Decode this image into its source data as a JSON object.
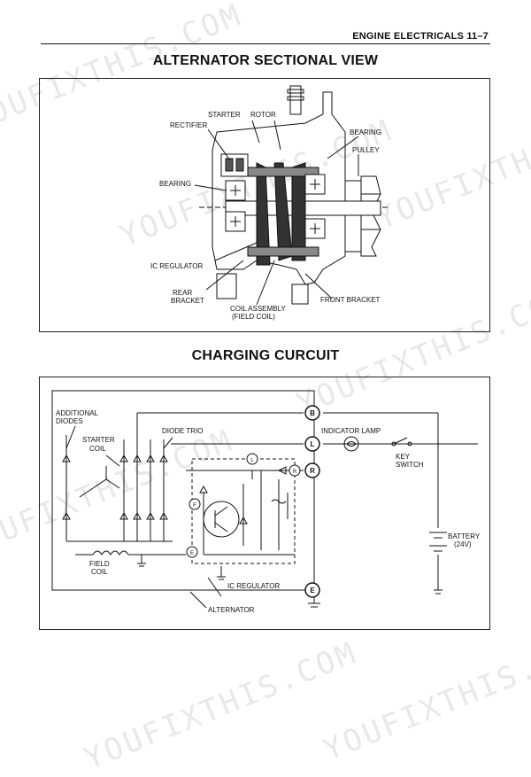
{
  "header": {
    "text": "ENGINE ELECTRICALS  11–7"
  },
  "sectional_view": {
    "title": "ALTERNATOR SECTIONAL VIEW",
    "labels": {
      "starter": "STARTER",
      "rotor": "ROTOR",
      "rectifier": "RECTIFIER",
      "bearing_right": "BEARING",
      "pulley": "PULLEY",
      "bearing_left": "BEARING",
      "ic_regulator": "IC REGULATOR",
      "rear_bracket_1": "REAR",
      "rear_bracket_2": "BRACKET",
      "coil_assembly_1": "COIL ASSEMBLY",
      "coil_assembly_2": "(FIELD COIL)",
      "front_bracket": "FRONT BRACKET"
    }
  },
  "charging_circuit": {
    "title": "CHARGING CURCUIT",
    "labels": {
      "additional_diodes_1": "ADDITIONAL",
      "additional_diodes_2": "DIODES",
      "starter_coil_1": "STARTER",
      "starter_coil_2": "COIL",
      "diode_trio": "DIODE TRIO",
      "indicator_lamp": "INDICATOR LAMP",
      "key_switch_1": "KEY",
      "key_switch_2": "SWITCH",
      "battery_1": "BATTERY",
      "battery_2": "(24V)",
      "field_coil_1": "FIELD",
      "field_coil_2": "COIL",
      "ic_regulator": "IC REGULATOR",
      "alternator": "ALTERNATOR"
    },
    "terminals": {
      "b": "B",
      "l": "L",
      "r": "R",
      "e": "E",
      "f": "F"
    }
  },
  "watermark": {
    "text": "YOUFIXTHIS.COM"
  }
}
